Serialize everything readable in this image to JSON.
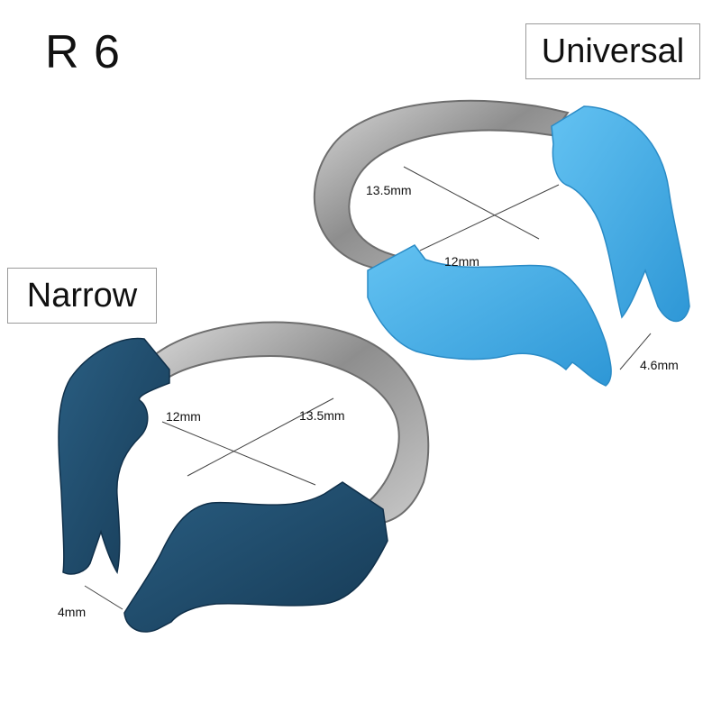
{
  "title": "R 6",
  "labels": {
    "universal": "Universal",
    "narrow": "Narrow"
  },
  "universal_ring": {
    "diameter_a": "13.5mm",
    "diameter_b": "12mm",
    "tip_gap": "4.6mm",
    "tine_color": "#3aa8e4"
  },
  "narrow_ring": {
    "diameter_a": "12mm",
    "diameter_b": "13.5mm",
    "tip_gap": "4mm",
    "tine_color": "#1f4a68"
  },
  "ring_color": "#a9a9a9"
}
